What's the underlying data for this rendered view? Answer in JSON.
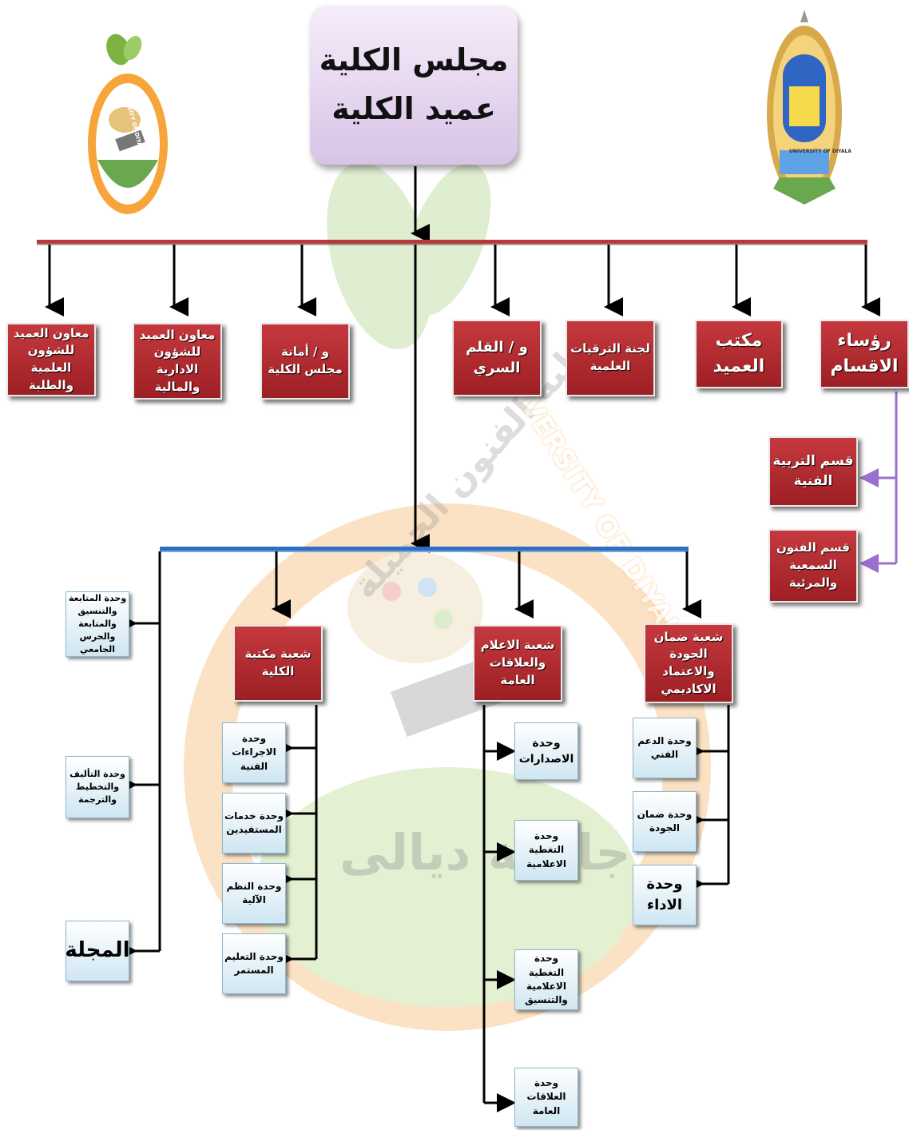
{
  "header": {
    "line1": "مجلس الكلية",
    "line2": "عميد الكلية"
  },
  "logos": {
    "left_text": "جامعة ديالى",
    "left_ring": "UNIVERSITY OF DIYALA",
    "right_ring": "UNIVERSITY OF DIYALA"
  },
  "watermark": {
    "arc_text": "كلية الفنون الجميلة",
    "ring_text": "UNIVERSITY OF DIYALA",
    "bottom_text": "جامعة ديالى"
  },
  "level1": [
    {
      "label": "رؤساء الاقسام"
    },
    {
      "label": "مكتب العميد"
    },
    {
      "label": "لجنة الترقيات العلمية"
    },
    {
      "label": "و / القلم السري"
    },
    {
      "label": "و / أمانة مجلس الكلية"
    },
    {
      "label": "معاون العميد للشؤون الادارية والمالية"
    },
    {
      "label": "معاون العميد للشؤون العلمية والطلبة"
    }
  ],
  "departments": [
    {
      "label": "قسم التربية الفنية"
    },
    {
      "label": "قسم الفنون السمعية والمرئية"
    }
  ],
  "divisions": [
    {
      "label": "شعبة ضمان الجودة والاعتماد الاكاديمي"
    },
    {
      "label": "شعبة الاعلام والعلاقات العامة"
    },
    {
      "label": "شعبة مكتبة الكلية"
    }
  ],
  "quality_units": [
    {
      "label": "وحدة الدعم الفني"
    },
    {
      "label": "وحدة ضمان الجودة"
    },
    {
      "label": "وحدة الاداء"
    }
  ],
  "media_units": [
    {
      "label": "وحدة الاصدارات"
    },
    {
      "label": "وحدة التغطية الاعلامية"
    },
    {
      "label": "وحدة التغطية الاعلامية والتنسيق"
    },
    {
      "label": "وحدة العلاقات العامة"
    }
  ],
  "library_units": [
    {
      "label": "وحدة الاجراءات الفنية"
    },
    {
      "label": "وحدة خدمات المستفيدين"
    },
    {
      "label": "وحدة النظم الآلية"
    },
    {
      "label": "وحدة التعليم المستمر"
    }
  ],
  "left_units": [
    {
      "label": "وحدة المتابعة والتنسيق والمتابعة والحرس الجامعي"
    },
    {
      "label": "وحدة التأليف والتخطيط والترجمة"
    },
    {
      "label": "المجلة"
    }
  ],
  "colors": {
    "red_box": "#b32a2f",
    "top_bus": "#b8383c",
    "mid_bus": "#2e6fc4",
    "dept_connector": "#9b6fd0",
    "watermark_orange": "#f7b56a"
  }
}
